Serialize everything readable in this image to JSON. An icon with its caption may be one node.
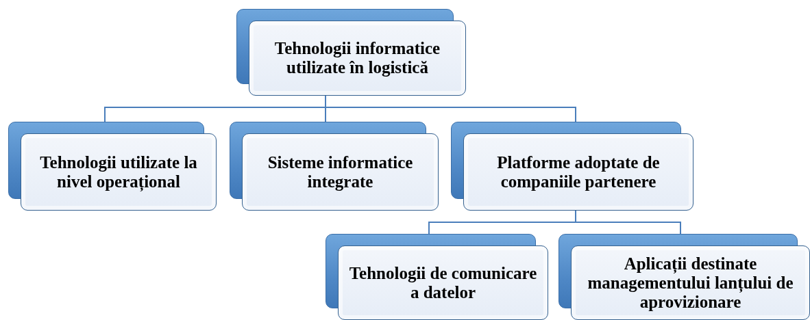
{
  "diagram": {
    "nodes": [
      {
        "text": [
          "Tehnologii informatice utilizate în logistică"
        ]
      },
      {
        "text": [
          "Tehnologii utilizate la nivel operațional"
        ]
      },
      {
        "text": [
          "Sisteme informatice integrate"
        ]
      },
      {
        "text": [
          "Platforme adoptate de companiile partenere"
        ]
      },
      {
        "text": [
          "Tehnologii de comunicare a datelor"
        ]
      },
      {
        "text": [
          "Aplicații destinate managementului lanțului de aprovizionare"
        ]
      }
    ],
    "edges": [
      {
        "from": 0,
        "to": 1,
        "arrow": "none"
      },
      {
        "from": 0,
        "to": 2,
        "arrow": "none"
      },
      {
        "from": 0,
        "to": 3,
        "arrow": "none"
      },
      {
        "from": 3,
        "to": 4,
        "arrow": "none"
      },
      {
        "from": 3,
        "to": 5,
        "arrow": "none"
      }
    ]
  }
}
